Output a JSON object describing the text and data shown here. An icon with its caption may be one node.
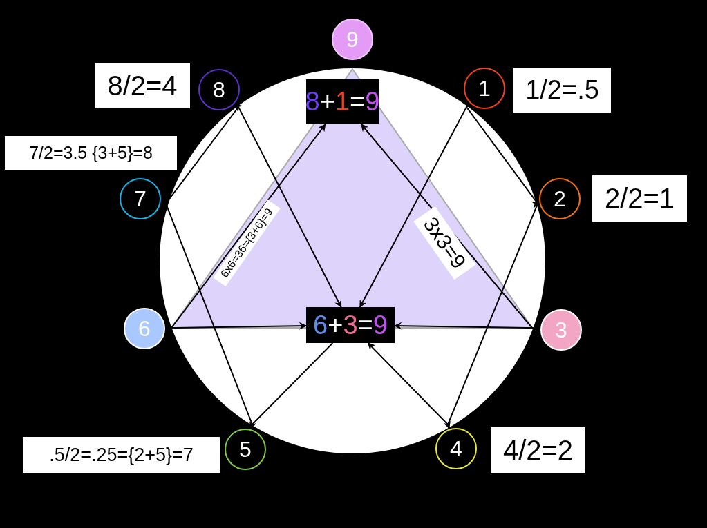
{
  "diagram": {
    "nodes": [
      {
        "text": [
          "9"
        ]
      },
      {
        "text": [
          "8/2=4"
        ]
      },
      {
        "text": [
          "8"
        ]
      },
      {
        "text": [
          "8+1=9"
        ]
      },
      {
        "text": [
          "1"
        ]
      },
      {
        "text": [
          "1/2=.5"
        ]
      },
      {
        "text": [
          "7/2=3.5 {3+5}=8"
        ]
      },
      {
        "text": [
          "7"
        ]
      },
      {
        "text": [
          "2"
        ]
      },
      {
        "text": [
          "2/2=1"
        ]
      },
      {
        "text": [
          "6"
        ]
      },
      {
        "text": [
          "6+3=9"
        ]
      },
      {
        "text": [
          "3"
        ]
      },
      {
        "text": [
          ".5/2=.25={2+5}=7"
        ]
      },
      {
        "text": [
          "5"
        ]
      },
      {
        "text": [
          "4"
        ]
      },
      {
        "text": [
          "4/2=2"
        ]
      }
    ],
    "edges": [
      {
        "from": 4,
        "to": 8,
        "arrow": "to"
      },
      {
        "from": 8,
        "to": 15,
        "arrow": "to"
      },
      {
        "from": 15,
        "to": 11,
        "arrow": "to"
      },
      {
        "from": 2,
        "to": 11,
        "arrow": "to"
      },
      {
        "from": 4,
        "to": 11,
        "arrow": "to"
      },
      {
        "from": 11,
        "to": 14,
        "arrow": "to"
      },
      {
        "from": 14,
        "to": 7,
        "arrow": "to"
      },
      {
        "from": 7,
        "to": 2,
        "arrow": "to"
      },
      {
        "from": 10,
        "to": 11,
        "arrow": "to"
      },
      {
        "from": 12,
        "to": 11,
        "arrow": "to"
      },
      {
        "from": 10,
        "to": 3,
        "arrow": "to",
        "label": "6x6=36={3+6}=9"
      },
      {
        "from": 12,
        "to": 3,
        "arrow": "to",
        "label": "3x3=9"
      }
    ]
  }
}
